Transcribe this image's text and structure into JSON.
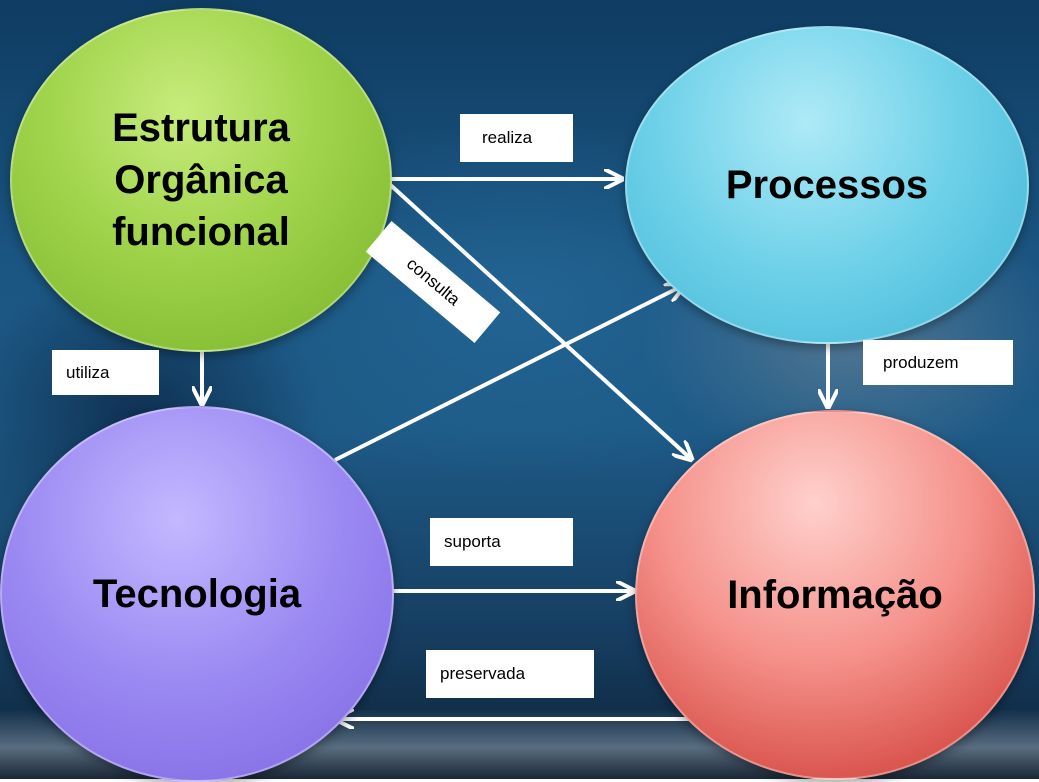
{
  "nodes": {
    "estrutura": {
      "line1": "Estrutura",
      "line2": "Orgânica",
      "line3": "funcional"
    },
    "processos": {
      "label": "Processos"
    },
    "tecnologia": {
      "label": "Tecnologia"
    },
    "informacao": {
      "label": "Informação"
    }
  },
  "edges": {
    "realiza": "realiza",
    "consulta": "consulta",
    "utiliza": "utiliza",
    "produzem": "produzem",
    "suporta": "suporta",
    "preservada": "preservada"
  },
  "colors": {
    "estrutura": "#9fd34a",
    "processos": "#6cd0e8",
    "tecnologia": "#9a88f2",
    "informacao": "#f5918a",
    "arrow": "#ffffff"
  }
}
